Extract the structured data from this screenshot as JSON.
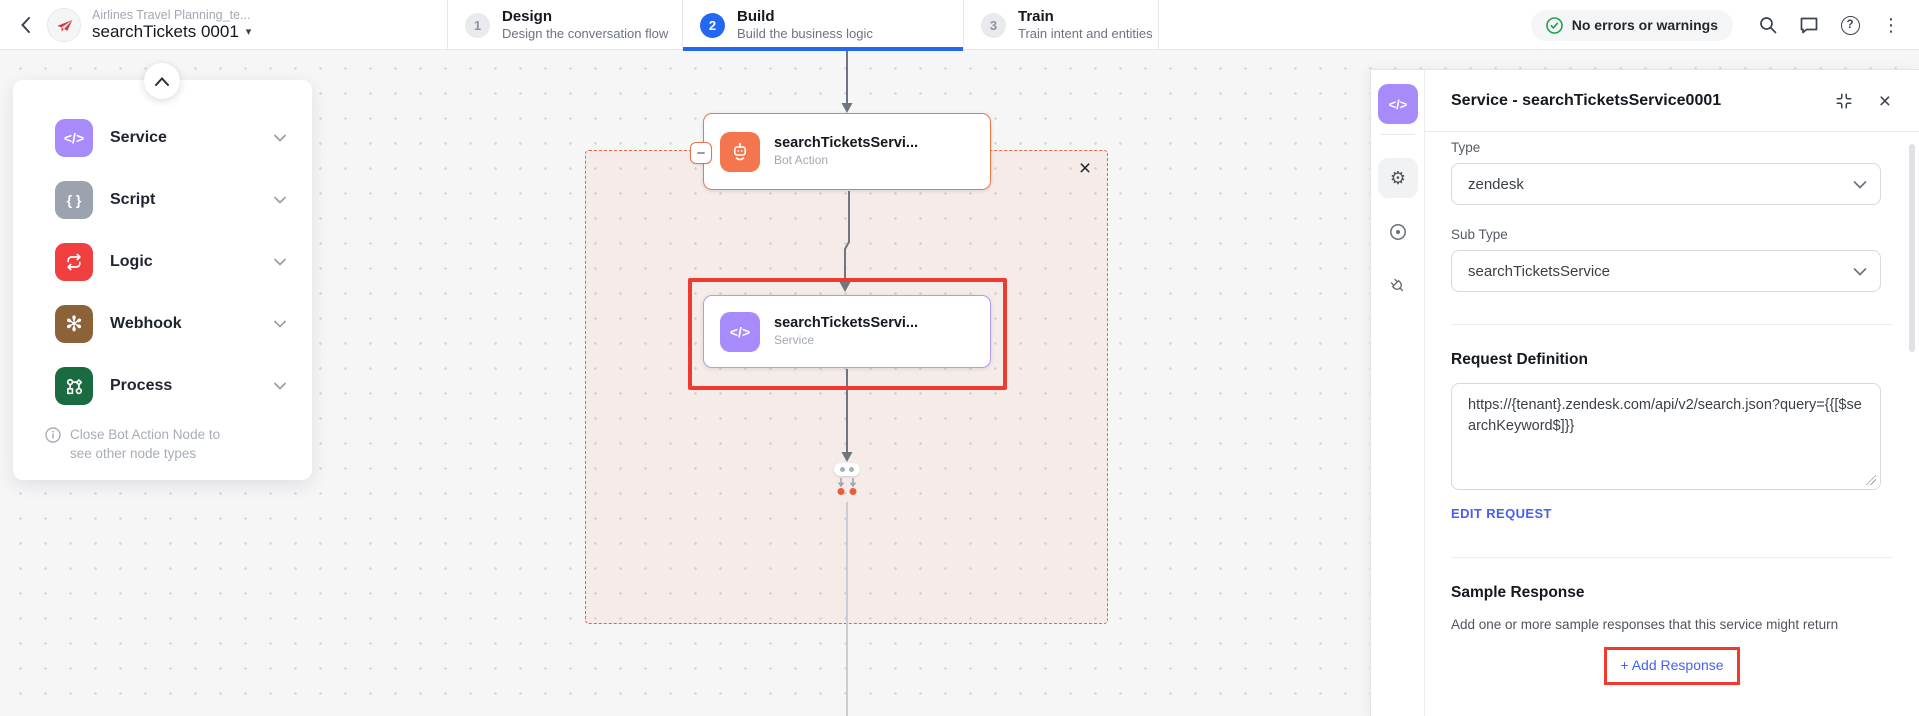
{
  "header": {
    "app_subtitle": "Airlines Travel Planning_te...",
    "app_title": "searchTickets 0001",
    "steps": [
      {
        "num": "1",
        "label": "Design",
        "desc": "Design the conversation flow"
      },
      {
        "num": "2",
        "label": "Build",
        "desc": "Build the business logic"
      },
      {
        "num": "3",
        "label": "Train",
        "desc": "Train intent and entities"
      }
    ],
    "status_badge": "No errors or warnings"
  },
  "palette": {
    "items": [
      {
        "label": "Service"
      },
      {
        "label": "Script"
      },
      {
        "label": "Logic"
      },
      {
        "label": "Webhook"
      },
      {
        "label": "Process"
      }
    ],
    "note": "Close Bot Action Node to see other node types"
  },
  "canvas": {
    "bot_action_node": {
      "title": "searchTicketsServi...",
      "subtitle": "Bot Action"
    },
    "service_node": {
      "title": "searchTicketsServi...",
      "subtitle": "Service"
    }
  },
  "panel": {
    "title": "Service - searchTicketsService0001",
    "type_label": "Type",
    "type_value": "zendesk",
    "subtype_label": "Sub Type",
    "subtype_value": "searchTicketsService",
    "request_heading": "Request Definition",
    "request_value": "https://{tenant}.zendesk.com/api/v2/search.json?query={{[$searchKeyword$]}}",
    "edit_request_label": "EDIT REQUEST",
    "sample_heading": "Sample Response",
    "sample_desc": "Add one or more sample responses that this service might return",
    "add_response_label": "+ Add Response"
  },
  "glyphs": {
    "back": "‹",
    "caret_down": "▾",
    "kebab": "⋮",
    "question": "?",
    "code_icon": "</>",
    "braces_icon": "{ }",
    "asterisk_icon": "✻",
    "minus": "−",
    "close": "×",
    "gear": "⚙"
  },
  "colors": {
    "accent_blue": "#2468f2",
    "link_blue": "#4660f1",
    "orange_node": "#f0764c",
    "purple_node": "#a78bfa",
    "annotation_red": "#ee3a31",
    "success_green": "#22a04b"
  }
}
